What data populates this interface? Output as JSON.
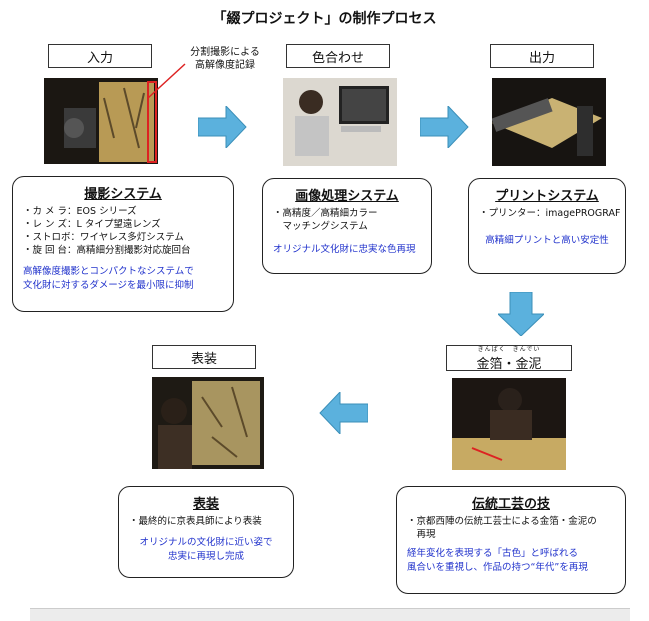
{
  "title": "「綴プロジェクト」の制作プロセス",
  "steps": {
    "input": "入力",
    "color": "色合わせ",
    "output": "出力",
    "kinpaku": "金箔・金泥",
    "kinpaku_ruby_1": "きんぱく",
    "kinpaku_ruby_2": "きんでい",
    "hyoso": "表装"
  },
  "annotation": [
    "分割撮影による",
    "高解像度記録"
  ],
  "panels": {
    "camera": {
      "title": "撮影システム",
      "items": [
        "・カ メ ラ：EOS シリーズ",
        "・レ ン ズ：L タイプ望遠レンズ",
        "・ストロボ：ワイヤレス多灯システム",
        "・旋 回 台：高精細分割撮影対応旋回台"
      ],
      "note": [
        "高解像度撮影とコンパクトなシステムで",
        "文化財に対するダメージを最小限に抑制"
      ]
    },
    "image": {
      "title": "画像処理システム",
      "items": [
        "・高精度／高精細カラー",
        "　マッチングシステム"
      ],
      "note": [
        "オリジナル文化財に忠実な色再現"
      ]
    },
    "print": {
      "title": "プリントシステム",
      "items": [
        "・プリンター：imagePROGRAF"
      ],
      "note": [
        "高精細プリントと高い安定性"
      ]
    },
    "hyoso": {
      "title": "表装",
      "items": [
        "・最終的に京表具師により表装"
      ],
      "note": [
        "オリジナルの文化財に近い姿で",
        "忠実に再現し完成"
      ]
    },
    "craft": {
      "title": "伝統工芸の技",
      "items": [
        "・京都西陣の伝統工芸士による金箔・金泥の",
        "　再現"
      ],
      "note": [
        "経年変化を表現する「古色」と呼ばれる",
        "風合いを重視し、作品の持つ“年代”を再現"
      ]
    }
  },
  "colors": {
    "arrow": "#5bb1dd",
    "note_text": "#2233cc",
    "annotation_line": "#dd2222"
  }
}
